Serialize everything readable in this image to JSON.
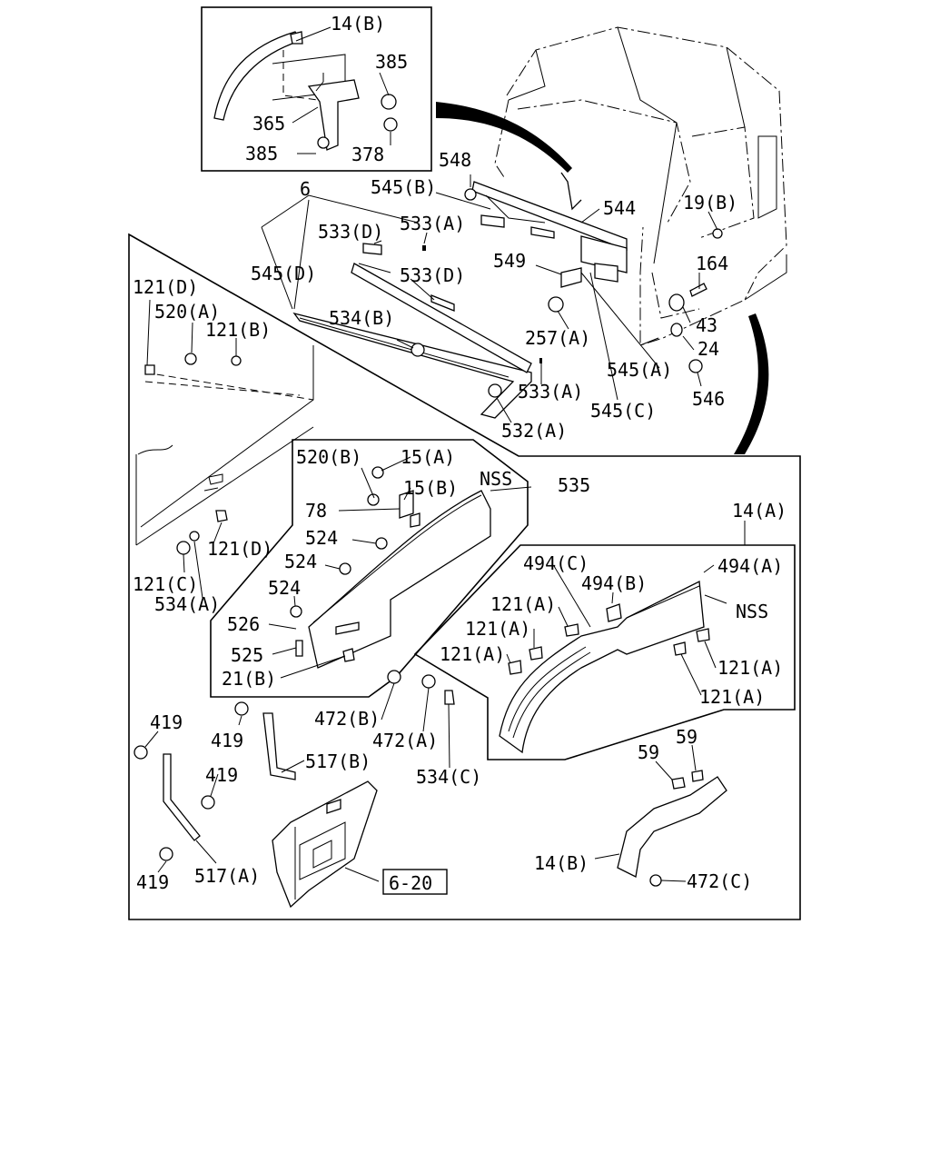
{
  "labels": {
    "l_14B_top": "14(B)",
    "l_385_top": "385",
    "l_365": "365",
    "l_385_bot": "385",
    "l_378": "378",
    "l_548": "548",
    "l_6": "6",
    "l_545B": "545(B)",
    "l_544": "544",
    "l_19B": "19(B)",
    "l_533D_1": "533(D)",
    "l_533A_1": "533(A)",
    "l_545D": "545(D)",
    "l_533D_2": "533(D)",
    "l_549": "549",
    "l_164": "164",
    "l_121D_1": "121(D)",
    "l_520A": "520(A)",
    "l_121B": "121(B)",
    "l_534B": "534(B)",
    "l_257A": "257(A)",
    "l_43": "43",
    "l_24": "24",
    "l_545A": "545(A)",
    "l_533A_2": "533(A)",
    "l_546": "546",
    "l_545C": "545(C)",
    "l_532A": "532(A)",
    "l_520B": "520(B)",
    "l_15A": "15(A)",
    "l_NSS_1": "NSS",
    "l_535": "535",
    "l_15B": "15(B)",
    "l_78": "78",
    "l_14A": "14(A)",
    "l_524_1": "524",
    "l_121D_2": "121(D)",
    "l_524_2": "524",
    "l_494C": "494(C)",
    "l_494A": "494(A)",
    "l_121C": "121(C)",
    "l_494B": "494(B)",
    "l_524_3": "524",
    "l_534A": "534(A)",
    "l_121A_1": "121(A)",
    "l_NSS_2": "NSS",
    "l_526": "526",
    "l_121A_2": "121(A)",
    "l_525": "525",
    "l_121A_3": "121(A)",
    "l_121A_4": "121(A)",
    "l_21B": "21(B)",
    "l_121A_5": "121(A)",
    "l_472B": "472(B)",
    "l_472A": "472(A)",
    "l_419_1": "419",
    "l_419_2": "419",
    "l_59_1": "59",
    "l_59_2": "59",
    "l_517B": "517(B)",
    "l_534C": "534(C)",
    "l_419_3": "419",
    "l_14B_bot": "14(B)",
    "l_472C": "472(C)",
    "l_419_4": "419",
    "l_517A": "517(A)",
    "l_6_20": "6-20"
  }
}
